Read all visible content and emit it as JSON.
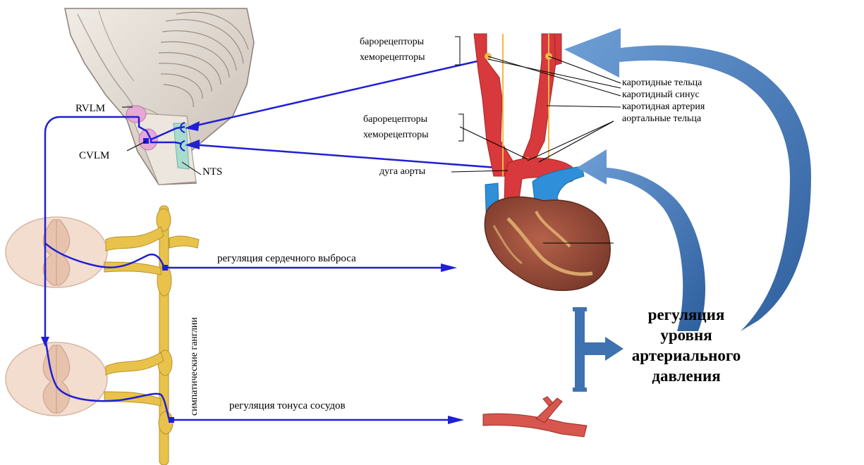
{
  "brain_labels": {
    "rvlm": "RVLM",
    "cvlm": "CVLM",
    "nts": "NTS"
  },
  "carotid_labels": {
    "baro_top": "барорецепторы",
    "chemo_top": "хеморецепторы",
    "baro_mid": "барорецепторы",
    "chemo_mid": "хеморецепторы",
    "aortic_arch": "дуга аорты",
    "carotid_bodies": "каротидные тельца",
    "carotid_sinus": "каротидный синус",
    "carotid_artery": "каротидная артерия",
    "aortic_bodies": "аортальные тельца"
  },
  "regulation": {
    "cardiac_output": "регуляция сердечного выброса",
    "vessel_tone": "регуляция тонуса сосудов",
    "ganglia": "симпатические ганглии"
  },
  "outcome_lines": [
    "регуляция",
    "уровня",
    "артериального",
    "давления"
  ],
  "colors": {
    "nerve_blue": "#1f1fd6",
    "feedback_blue": "#3f72b0",
    "artery_red": "#d8393c",
    "vein_blue": "#2f8fd8",
    "ganglion_yellow": "#e8c24a"
  }
}
